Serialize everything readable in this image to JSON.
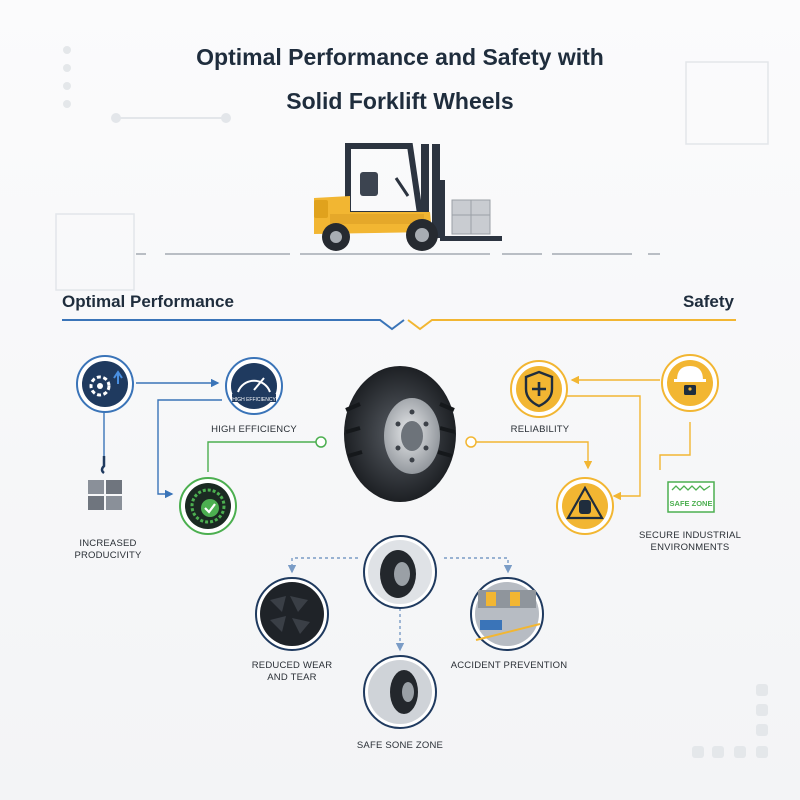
{
  "title": {
    "line1": "Optimal Performance and Safety with",
    "line2": "Solid Forklift Wheels"
  },
  "sections": {
    "left": "Optimal Performance",
    "right": "Safety"
  },
  "nodes": {
    "high_efficiency": {
      "label": "HIGH EFFICIENCY",
      "badge": "HIGH EFFICIENCY",
      "icon": "speedometer-icon"
    },
    "increased_productivity": {
      "label_line1": "INCREASED",
      "label_line2": "PRODUCIVITY",
      "icon": "crane-boxes-icon"
    },
    "productivity_gear": {
      "icon": "gear-upload-icon"
    },
    "quality_check": {
      "icon": "tire-check-icon"
    },
    "reliability": {
      "label": "RELIABILITY",
      "icon": "shield-plus-icon"
    },
    "secure_environments": {
      "label_line1": "SECURE INDUSTRIAL",
      "label_line2": "ENVIRONMENTS",
      "badge": "SAFE ZONE",
      "icon": "safe-zone-sign-icon"
    },
    "hard_hat": {
      "icon": "hard-hat-lock-icon"
    },
    "warning": {
      "icon": "hand-warning-icon"
    },
    "reduced_wear": {
      "label_line1": "REDUCED WEAR",
      "label_line2": "AND TEAR",
      "icon": "tire-tread-icon"
    },
    "accident_prevention": {
      "label": "ACCIDENT PREVENTION",
      "icon": "warehouse-floor-icon"
    },
    "safe_zone": {
      "label": "SAFE SONE ZONE",
      "icon": "tire-closeup-icon"
    }
  },
  "colors": {
    "navy": "#1f3a5f",
    "blue_line": "#3a74b8",
    "yellow": "#f2b632",
    "green": "#4caf50",
    "dark_text": "#1f2d3d"
  }
}
